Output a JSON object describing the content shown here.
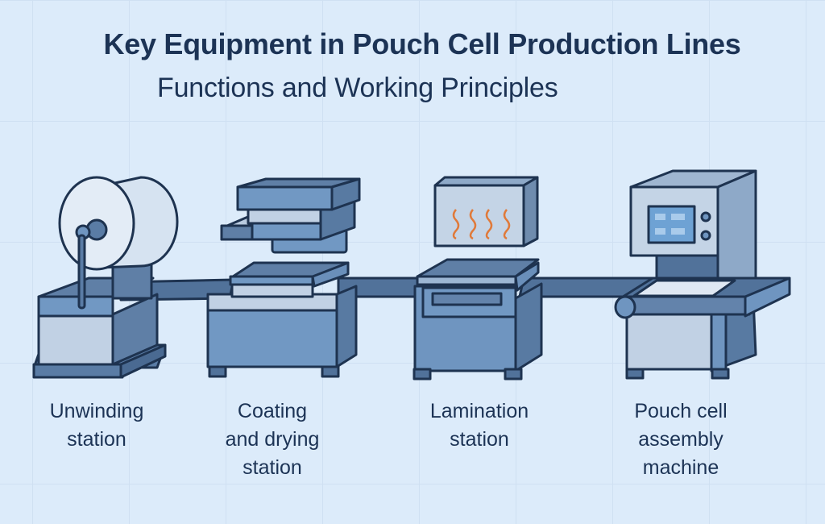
{
  "title": "Key Equipment in Pouch Cell Production Lines",
  "subtitle": "Functions and Working Principles",
  "stations": [
    {
      "line1": "Unwinding",
      "line2": "station",
      "line3": ""
    },
    {
      "line1": "Coating",
      "line2": "and drying",
      "line3": "station"
    },
    {
      "line1": "Lamination",
      "line2": "station",
      "line3": ""
    },
    {
      "line1": "Pouch cell",
      "line2": "assembly",
      "line3": "machine"
    }
  ],
  "colors": {
    "outline": "#1e3350",
    "mid": "#6f95c0",
    "dark": "#4f6f95",
    "light": "#c4d4e6",
    "heat": "#e07a3a"
  }
}
